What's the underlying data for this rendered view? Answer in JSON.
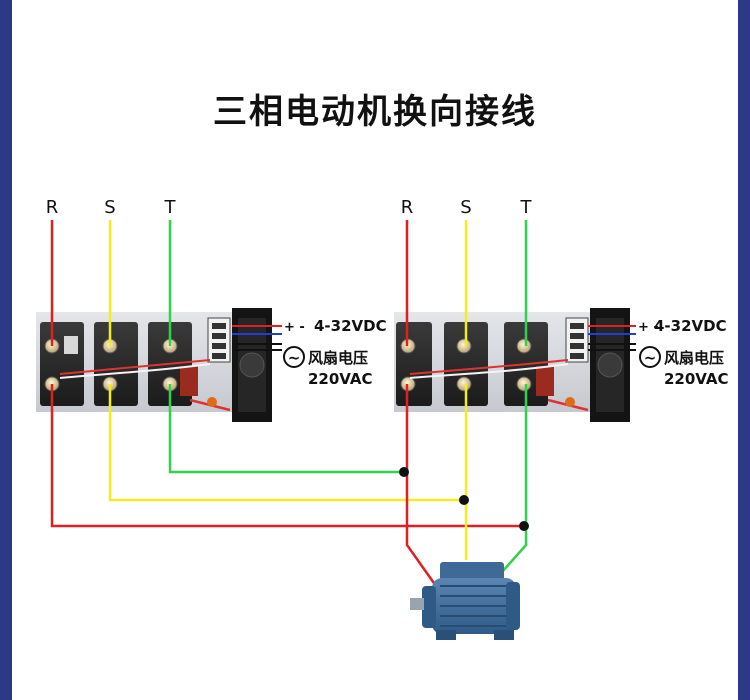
{
  "title": "三相电动机换向接线",
  "phases": [
    "R",
    "S",
    "T"
  ],
  "left_unit": {
    "dc_polarity": "+ -",
    "dc_voltage": "4-32VDC",
    "fan_label": "风扇电压",
    "fan_voltage": "220VAC"
  },
  "right_unit": {
    "dc_polarity": "+ -",
    "dc_voltage": "4-32VDC",
    "fan_label": "风扇电压",
    "fan_voltage": "220VAC"
  },
  "wire_colors": {
    "R": "#e02020",
    "S": "#f2ee1e",
    "T": "#2fd24a"
  },
  "ac_symbol": "~"
}
